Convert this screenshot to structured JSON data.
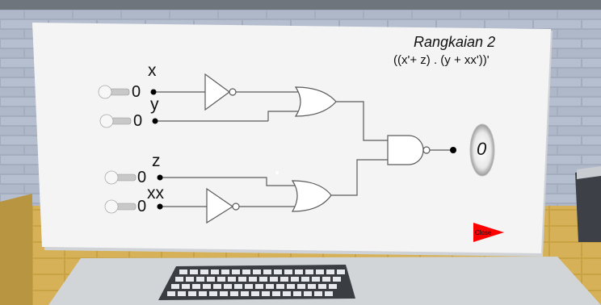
{
  "panel": {
    "title": "Rangkaian 2",
    "expression": "((x'+ z) . (y + xx'))'"
  },
  "inputs": [
    {
      "name": "x",
      "value": "0"
    },
    {
      "name": "y",
      "value": "0"
    },
    {
      "name": "z",
      "value": "0"
    },
    {
      "name": "xx",
      "value": "0"
    }
  ],
  "output": {
    "value": "0"
  },
  "close_button": {
    "label": "Close",
    "color": "#ff0000"
  },
  "colors": {
    "panel": "#f4f4f4",
    "wire": "#5a5a5a",
    "wall_brick": "#9aa6b8",
    "floor": "#c8a24a",
    "desk": "#d8dadc"
  }
}
